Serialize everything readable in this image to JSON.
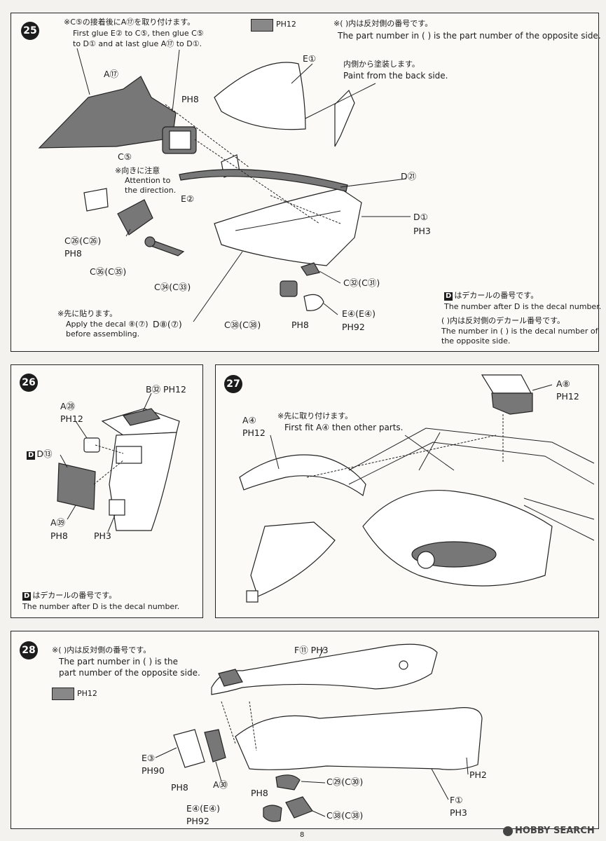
{
  "step25": {
    "number": "25",
    "note_jp": "※C⑤の接着後にA⑰を取り付けます。",
    "note_en1": "First glue E② to C⑤, then glue C⑤",
    "note_en2": "to D① and at last glue A⑰ to D①.",
    "paint_code": "PH12",
    "opp_note_jp": "※( )内は反対側の番号です。",
    "opp_note_en": "The part number in ( ) is the part number of the opposite side.",
    "back_paint_jp": "内側から塗装します。",
    "back_paint_en": "Paint from the back side.",
    "direction_jp": "※向きに注意",
    "direction_en1": "Attention to",
    "direction_en2": "the direction.",
    "decal_first_jp": "※先に貼ります。",
    "decal_first_en1": "Apply the decal ⑧(⑦)",
    "decal_first_en2": "before assembling.",
    "decal_note_jp": "はデカールの番号です。",
    "decal_note_en": "The number after D is the decal number.",
    "decal_opp_jp": "( )内は反対側のデカール番号です。",
    "decal_opp_en1": "The number in ( ) is the decal number of",
    "decal_opp_en2": "the opposite side.",
    "labels": {
      "A17": "A⑰",
      "PH8a": "PH8",
      "C5": "C⑤",
      "E1": "E①",
      "E2": "E②",
      "C26": "C㉖(C㉖)",
      "PH8b": "PH8",
      "C36": "C㊱(C㉟)",
      "C34": "C㉞(C㉝)",
      "D8": "D⑧(⑦)",
      "D21": "D㉑",
      "D1": "D①",
      "PH3": "PH3",
      "C32": "C㉜(C㉛)",
      "C38": "C㊳(C㊳)",
      "PH8c": "PH8",
      "E4": "E④(E④)",
      "PH92": "PH92"
    }
  },
  "step26": {
    "number": "26",
    "labels": {
      "B32": "B㉜ PH12",
      "A28": "A㉘",
      "PH12": "PH12",
      "D13": "D⑬",
      "A39": "A㊴",
      "PH8": "PH8",
      "PH3": "PH3"
    },
    "decal_note_jp": "はデカールの番号です。",
    "decal_note_en": "The number after D is the decal number."
  },
  "step27": {
    "number": "27",
    "note_jp": "※先に取り付けます。",
    "note_en": "First fit A④ then other parts.",
    "labels": {
      "A4": "A④",
      "PH12a": "PH12",
      "A8": "A⑧",
      "PH12b": "PH12"
    }
  },
  "step28": {
    "number": "28",
    "note_jp": "※( )内は反対側の番号です。",
    "note_en1": "The part number in ( ) is the",
    "note_en2": "part number of the opposite side.",
    "paint_code": "PH12",
    "labels": {
      "F11": "F⑪ PH3",
      "E3": "E③",
      "PH90": "PH90",
      "PH8a": "PH8",
      "A30": "A㉚",
      "C29": "C㉙(C㉚)",
      "PH8b": "PH8",
      "E4": "E④(E④)",
      "PH92": "PH92",
      "C38": "C㊳(C㊳)",
      "PH2": "PH2",
      "F1": "F①",
      "PH3": "PH3"
    }
  },
  "footer": {
    "page": "8",
    "watermark": "HOBBY SEARCH"
  }
}
